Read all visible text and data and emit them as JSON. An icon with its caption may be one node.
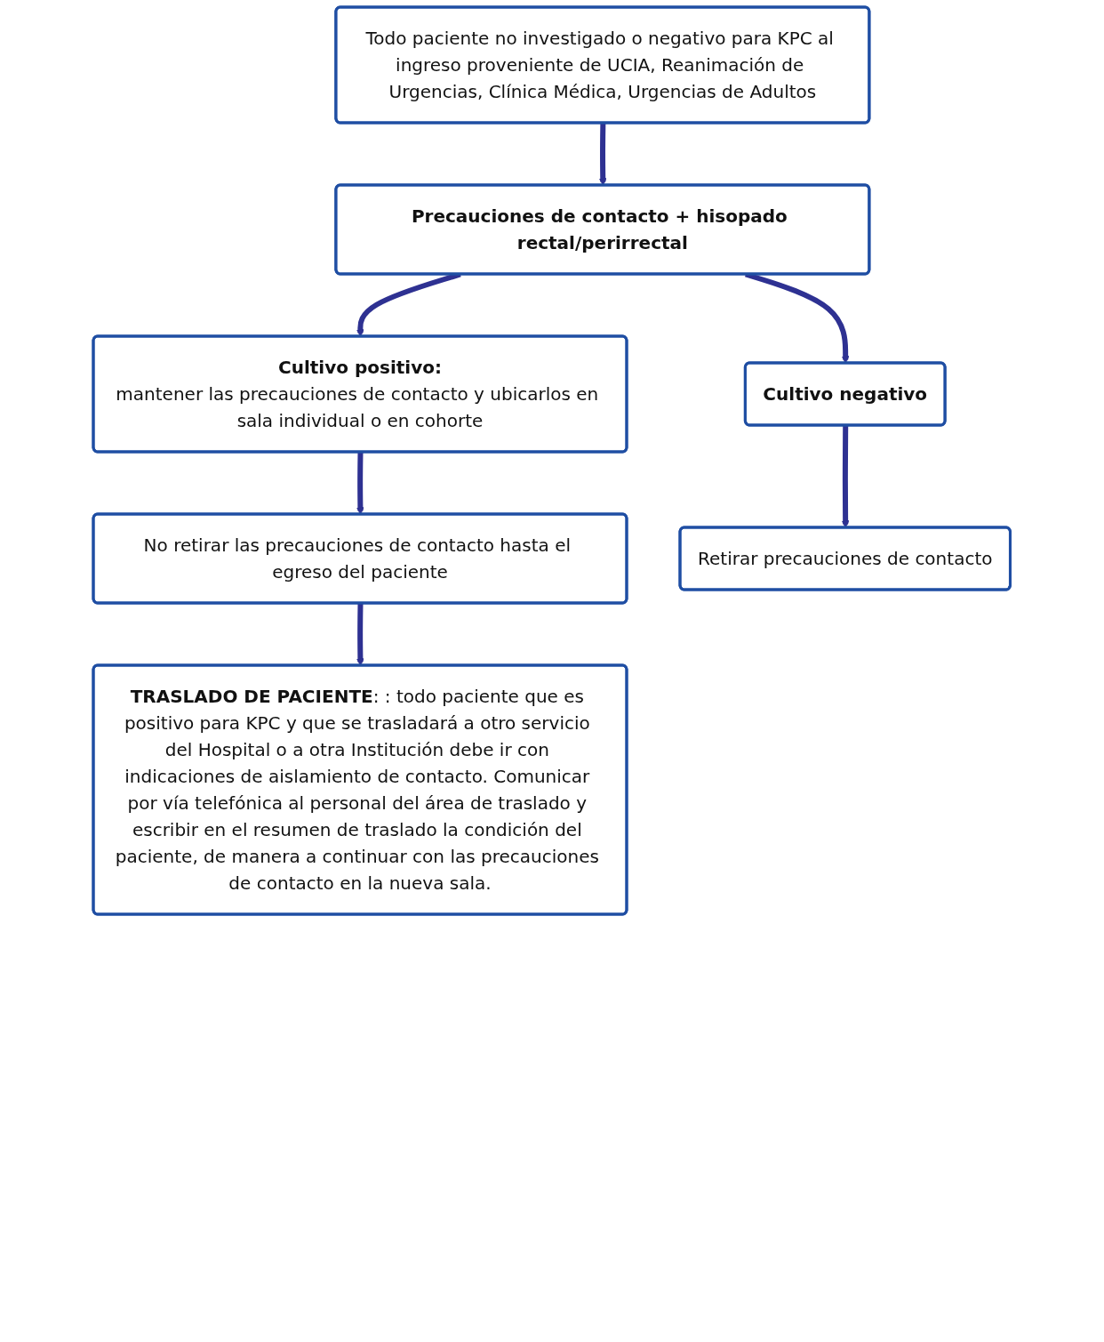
{
  "diagram": {
    "nodes": [
      {
        "text": [
          "Todo paciente no investigado o negativo para KPC al ingreso proveniente de UCIA, Reanimación de Urgencias, Clínica Médica, Urgencias de Adultos"
        ]
      },
      {
        "text": [
          "Precauciones de contacto + hisopado rectal/perirrectal"
        ]
      },
      {
        "text": [
          "Cultivo positivo:",
          "mantener las precauciones de contacto y ubicarlos en sala individual o en cohorte"
        ]
      },
      {
        "text": [
          "Cultivo negativo"
        ]
      },
      {
        "text": [
          "No retirar las precauciones de contacto hasta el egreso del paciente"
        ]
      },
      {
        "text": [
          "Retirar precauciones de contacto"
        ]
      },
      {
        "text": [
          "**TRASLADO DE PACIENTE**: : todo paciente que es positivo para KPC y que se trasladará a otro servicio del Hospital o a otra Institución debe ir con indicaciones de aislamiento de contacto. Comunicar por vía telefónica al personal del área de traslado y escribir en el resumen de traslado la condición del paciente, de manera a continuar con las precauciones de contacto en la nueva sala."
        ]
      }
    ],
    "edges": [
      {
        "from": 0,
        "to": 1,
        "arrow": "to"
      },
      {
        "from": 1,
        "to": 2,
        "arrow": "to"
      },
      {
        "from": 1,
        "to": 3,
        "arrow": "to"
      },
      {
        "from": 2,
        "to": 4,
        "arrow": "to"
      },
      {
        "from": 3,
        "to": 5,
        "arrow": "to"
      },
      {
        "from": 4,
        "to": 6,
        "arrow": "to"
      }
    ]
  }
}
